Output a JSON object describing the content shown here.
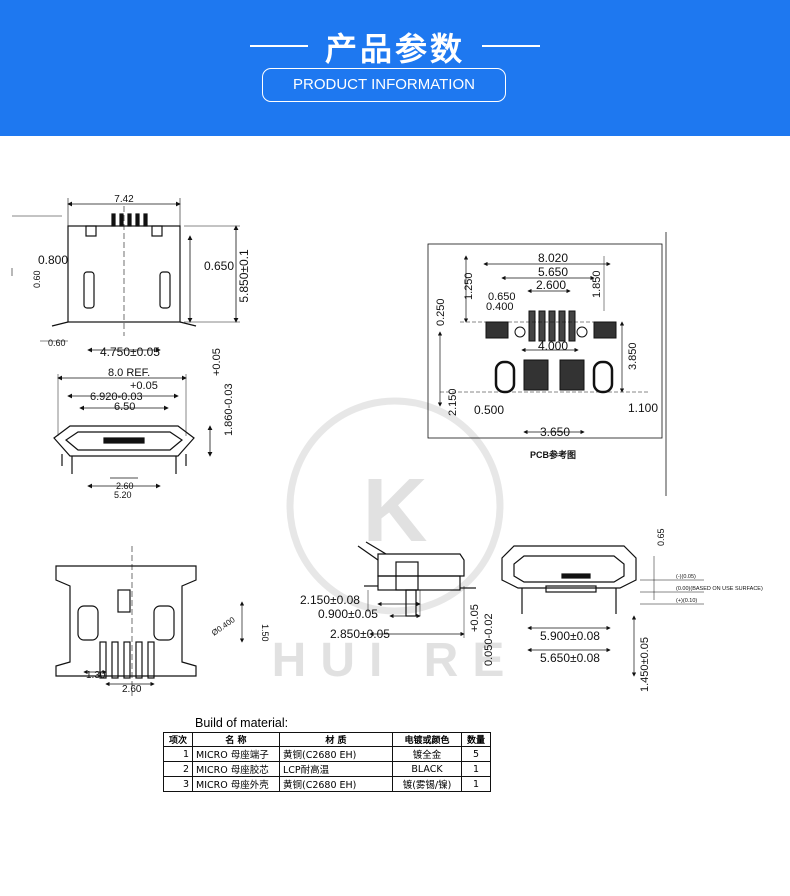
{
  "banner": {
    "title": "产品参数",
    "subtitle": "PRODUCT INFORMATION",
    "color": "#1e78f0"
  },
  "watermark": {
    "text": "HUI RE"
  },
  "top_view": {
    "width": "7.42",
    "left": "0.800",
    "right": "0.650",
    "height": "5.850±0.1",
    "side": "0.60",
    "bottom_left": "0.60",
    "pitch": "4.750±0.05"
  },
  "front_view": {
    "ref": "8.0 REF.",
    "tol_plus": "+0.05",
    "width": "6.920-0.03",
    "inner": "6.50",
    "height_tol": "+0.05",
    "height": "1.860-0.03",
    "b1": "2.60",
    "b2": "5.20"
  },
  "pcb": {
    "w1": "8.020",
    "w2": "5.650",
    "w3": "2.600",
    "w4": "0.650",
    "w5": "0.400",
    "w6": "4.000",
    "h1": "1.250",
    "h2": "1.850",
    "h3": "0.250",
    "h4": "3.850",
    "h5": "2.150",
    "b1": "0.500",
    "b2": "1.100",
    "b3": "3.650",
    "caption": "PCB参考图"
  },
  "bottom_view": {
    "side": "1.50",
    "hole": "Ø0.400",
    "b1": "1.30",
    "b2": "2.60"
  },
  "side_view": {
    "d1": "2.150±0.08",
    "d2": "0.900±0.05",
    "d3": "2.850±0.05",
    "d4_tol": "+0.05",
    "d4": "0.050-0.02"
  },
  "end_view": {
    "top": "0.65",
    "n1": "(-)(0.05)",
    "n2": "(0.00)(BASED ON USE SURFACE)",
    "n3": "(+)(0.10)",
    "w1": "5.900±0.08",
    "w2": "5.650±0.08",
    "h": "1.450±0.05"
  },
  "bom": {
    "title": "Build of material:",
    "headers": [
      "项次",
      "名 称",
      "材 质",
      "电镀或颜色",
      "数量"
    ],
    "rows": [
      [
        "1",
        "MICRO 母座端子",
        "黄铜(C2680 EH)",
        "镀全金",
        "5"
      ],
      [
        "2",
        "MICRO 母座胶芯",
        "LCP耐高温",
        "BLACK",
        "1"
      ],
      [
        "3",
        "MICRO 母座外壳",
        "黄铜(C2680 EH)",
        "镀(雾锡/镍)",
        "1"
      ]
    ]
  }
}
